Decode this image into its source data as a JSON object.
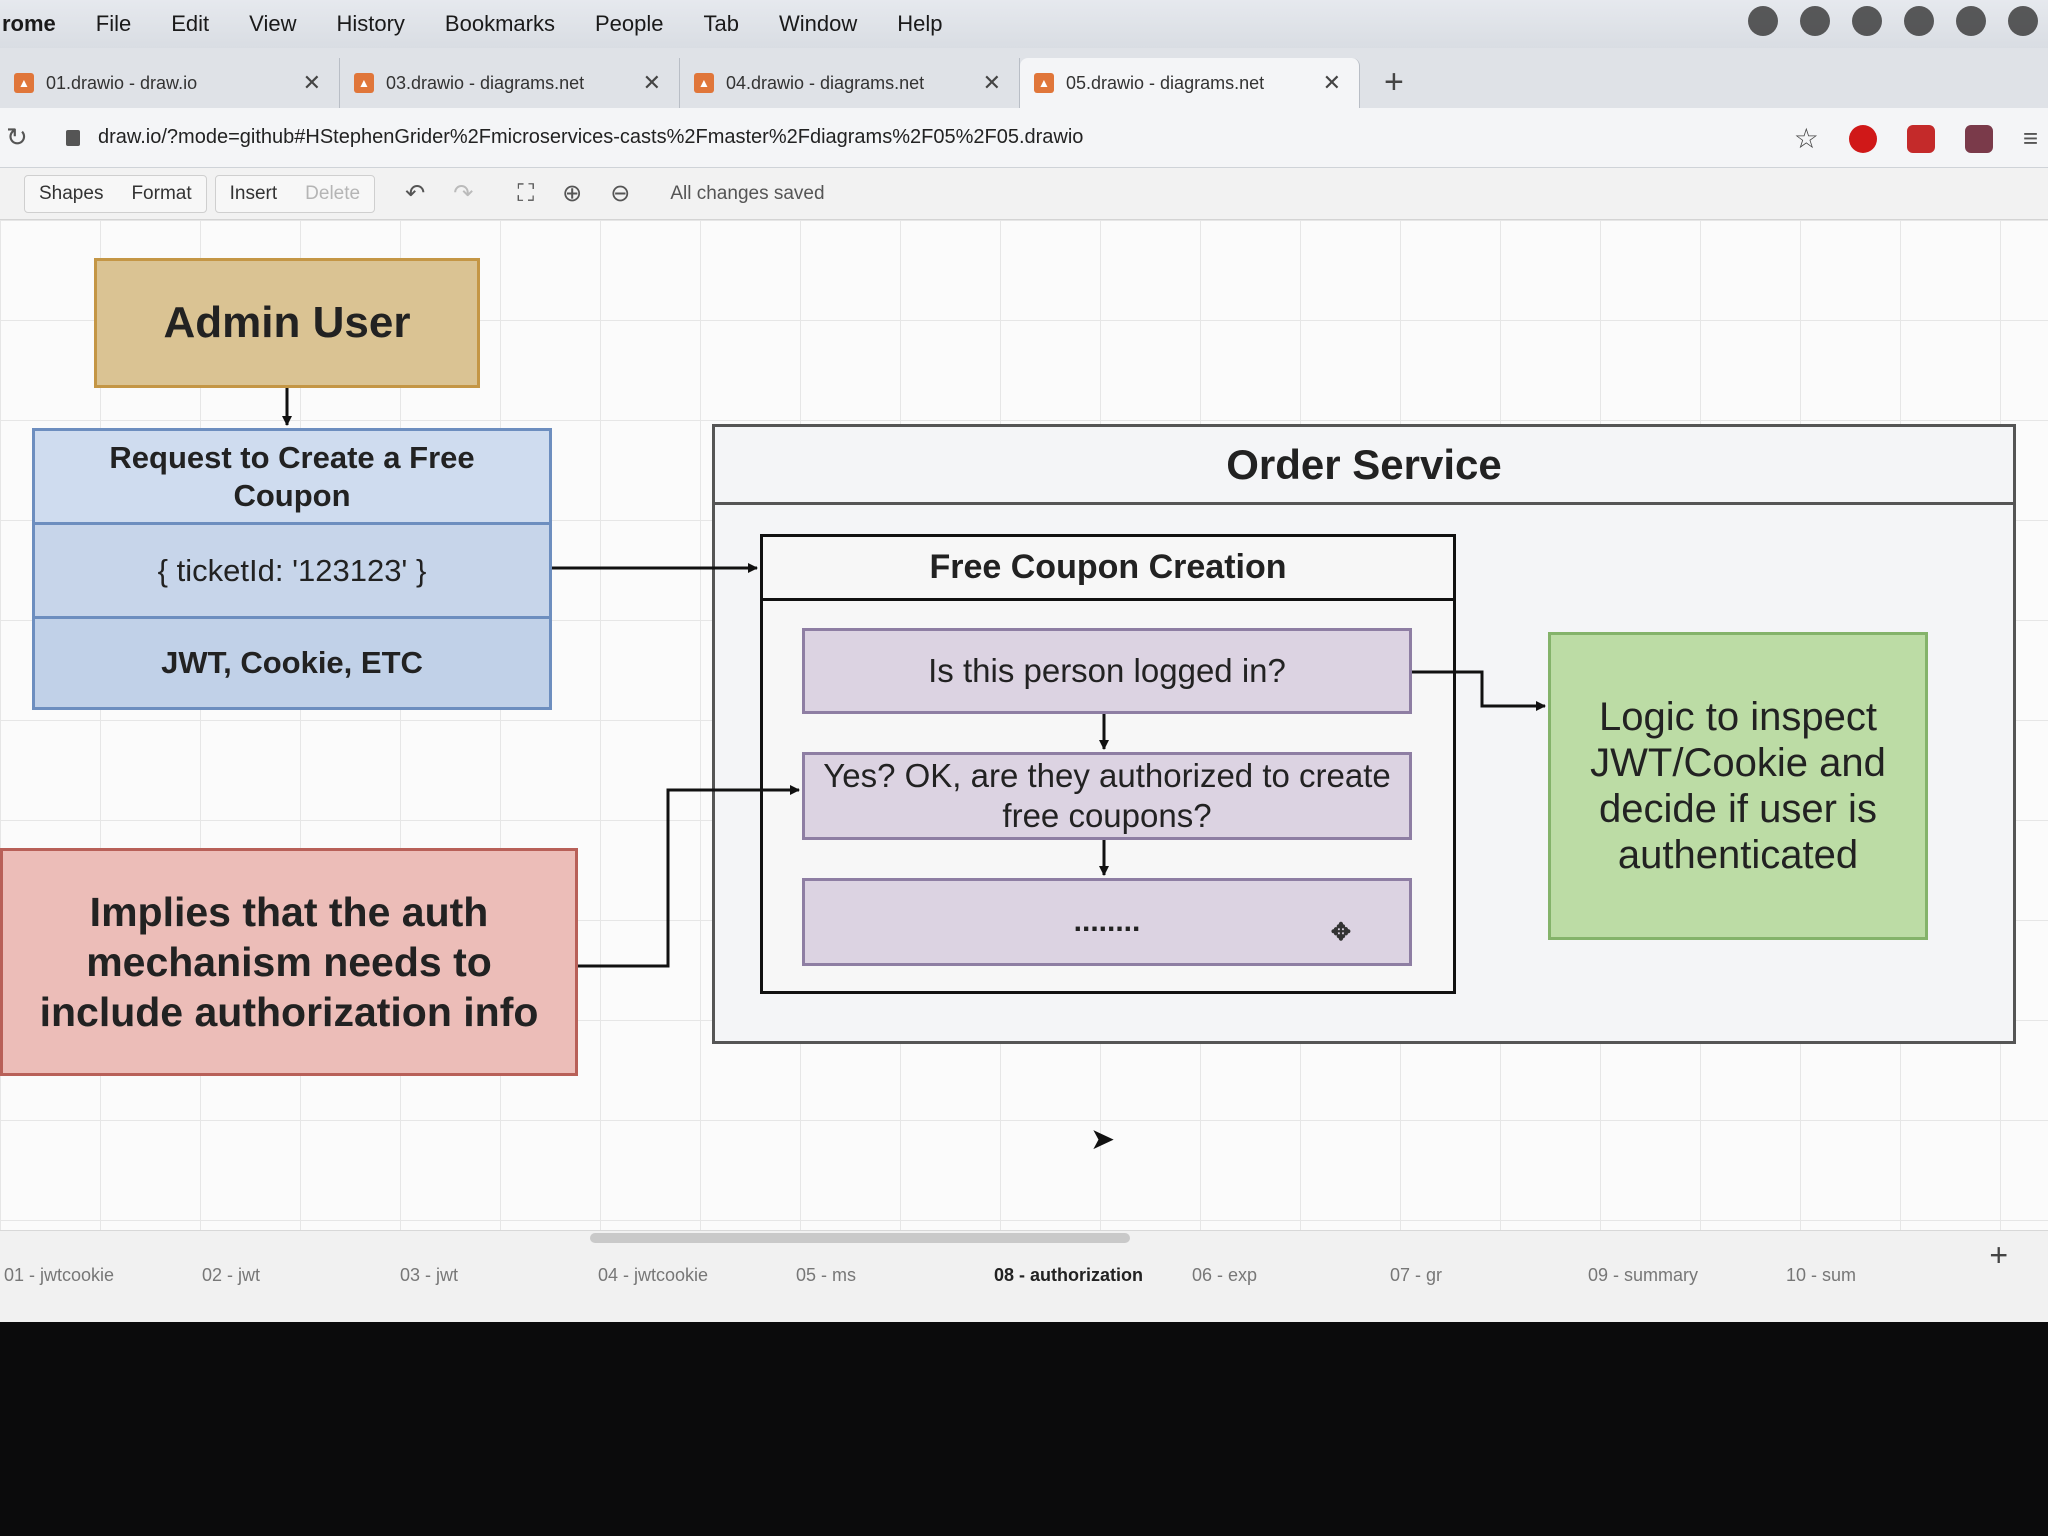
{
  "menubar": {
    "app": "rome",
    "items": [
      "File",
      "Edit",
      "View",
      "History",
      "Bookmarks",
      "People",
      "Tab",
      "Window",
      "Help"
    ]
  },
  "tabs": [
    {
      "title": "01.drawio - draw.io",
      "active": false
    },
    {
      "title": "03.drawio - diagrams.net",
      "active": false
    },
    {
      "title": "04.drawio - diagrams.net",
      "active": false
    },
    {
      "title": "05.drawio - diagrams.net",
      "active": true
    }
  ],
  "tab_close": "✕",
  "new_tab": "+",
  "address": {
    "url": "draw.io/?mode=github#HStephenGrider%2Fmicroservices-casts%2Fmaster%2Fdiagrams%2F05%2F05.drawio"
  },
  "toolbar": {
    "shapes": "Shapes",
    "format": "Format",
    "insert": "Insert",
    "delete": "Delete",
    "status": "All changes saved"
  },
  "diagram": {
    "admin_user": "Admin User",
    "request_title": "Request to Create a Free Coupon",
    "request_body": "{ ticketId: '123123' }",
    "request_auth": "JWT, Cookie, ETC",
    "implies": "Implies that the auth mechanism needs to include authorization info",
    "order_service": "Order Service",
    "coupon_creation": "Free Coupon Creation",
    "step_logged_in": "Is this person logged in?",
    "step_authorized": "Yes? OK, are they authorized to create free coupons?",
    "step_dots": "........",
    "logic": "Logic to inspect JWT/Cookie and decide if user is authenticated"
  },
  "pages": [
    {
      "label": "01 - jwtcookie",
      "active": false
    },
    {
      "label": "02 - jwt",
      "active": false
    },
    {
      "label": "03 - jwt",
      "active": false
    },
    {
      "label": "04 - jwtcookie",
      "active": false
    },
    {
      "label": "05 - ms",
      "active": false
    },
    {
      "label": "08 - authorization",
      "active": true
    },
    {
      "label": "06 - exp",
      "active": false
    },
    {
      "label": "07 - gr",
      "active": false
    },
    {
      "label": "09 - summary",
      "active": false
    },
    {
      "label": "10 - sum",
      "active": false
    }
  ],
  "add_page": "+",
  "colors": {
    "admin_fill": "#dac393",
    "request_fill": "#cfdcef",
    "implies_fill": "#ecbdb8",
    "step_fill": "#dcd3e2",
    "logic_fill": "#bcdca5"
  }
}
